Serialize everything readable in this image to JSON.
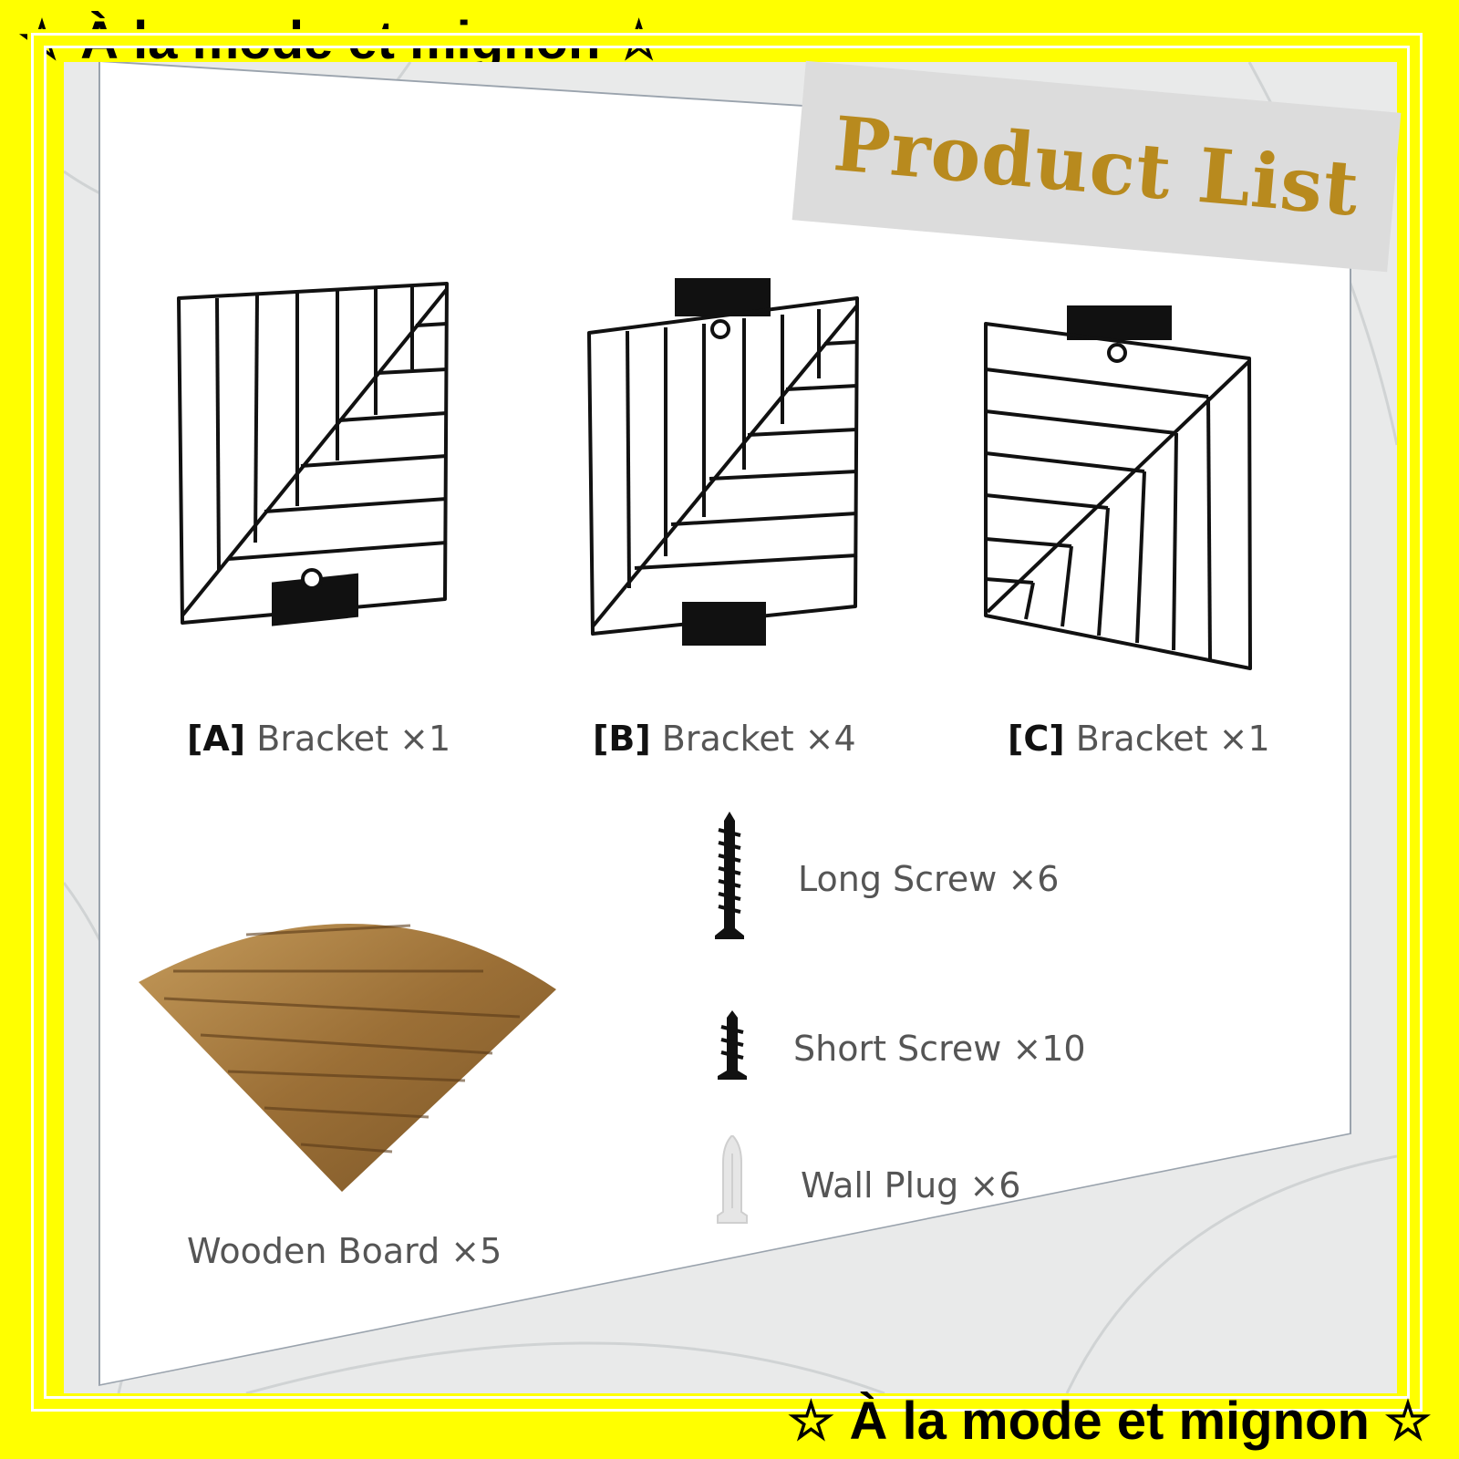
{
  "banner": {
    "text": "☆ À la mode et mignon ☆"
  },
  "title": "Product List",
  "items": [
    {
      "code": "[A]",
      "label": "Bracket ×1"
    },
    {
      "code": "[B]",
      "label": "Bracket ×4"
    },
    {
      "code": "[C]",
      "label": "Bracket ×1"
    },
    {
      "code": "",
      "label": "Long Screw ×6"
    },
    {
      "code": "",
      "label": "Short Screw ×10"
    },
    {
      "code": "",
      "label": "Wall Plug ×6"
    },
    {
      "code": "",
      "label": "Wooden Board ×5"
    }
  ],
  "colors": {
    "banner_bg": "#ffff00",
    "title_text": "#b88a1e",
    "title_box": "#dcdcdc",
    "wood": "#a57a3e"
  }
}
